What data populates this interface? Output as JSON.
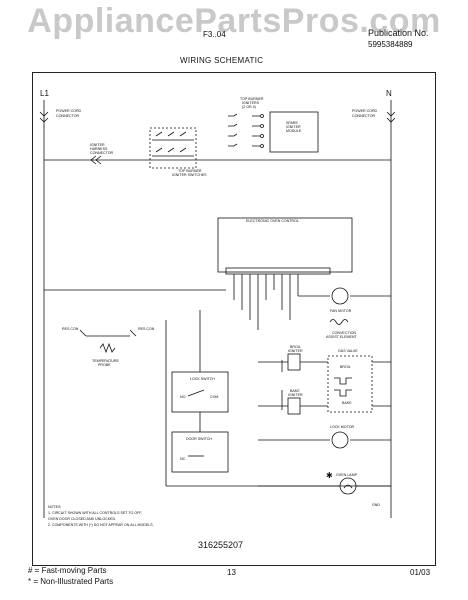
{
  "watermark": "AppliancePartsPros.com",
  "header": {
    "model": "F3..04",
    "publication_label": "Publication No.",
    "publication_number": "5995384889",
    "title": "WIRING SCHEMATIC"
  },
  "diagram": {
    "rail_left": "L1",
    "rail_right": "N",
    "labels": {
      "power_cord_left": "POWER CORD",
      "connector_left": "CONNECTOR",
      "power_cord_right": "POWER CORD",
      "connector_right": "CONNECTOR",
      "top_burner_igniters": "TOP BURNER",
      "igniters_word": "IGNITERS",
      "igniters_count": "(2 OR 4)",
      "spark_module_1": "SPARK",
      "spark_module_2": "IGNITER",
      "spark_module_3": "MODULE",
      "igniter_harness_1": "IGNITER",
      "igniter_harness_2": "HARNESS",
      "igniter_harness_3": "CONNECTOR",
      "top_burner_switches_1": "TOP BURNER",
      "top_burner_switches_2": "IGNITER SWITCHES",
      "oven_control": "ELECTRONIC OVEN CONTROL",
      "fan_motor": "FAN MOTOR",
      "convection_1": "CONVECTION",
      "convection_2": "ASSIST ELEMENT",
      "res_con_left": "RES CON",
      "res_con_right": "RES CON",
      "temp_probe_1": "TEMPERATURE",
      "temp_probe_2": "PROBE",
      "lock_switch": "LOCK SWITCH",
      "no": "NO",
      "com": "COM",
      "door_switch": "DOOR SWITCH",
      "nc": "NC",
      "broil_igniter_1": "BROIL",
      "broil_igniter_2": "IGNITER",
      "bake_igniter_1": "BAKE",
      "bake_igniter_2": "IGNITER",
      "gas_valve": "GAS VALVE",
      "broil": "BROIL",
      "bake": "BAKE",
      "lock_motor": "LOCK MOTOR",
      "oven_lamp": "OVEN LAMP",
      "gnd": "GND"
    },
    "notes": [
      "NOTES:",
      "1.  CIRCUIT SHOWN WITH ALL CONTROLS SET TO OFF,",
      "     OVEN DOOR CLOSED AND UNLOCKED.",
      "2.  COMPONENTS WITH  (*)  DO NOT APPEAR ON ALL MODELS."
    ]
  },
  "part_number": "316255207",
  "footer": {
    "fast_moving": "# = Fast-moving Parts",
    "non_illustrated": "* = Non-Illustrated Parts",
    "page": "13",
    "date": "01/03"
  }
}
